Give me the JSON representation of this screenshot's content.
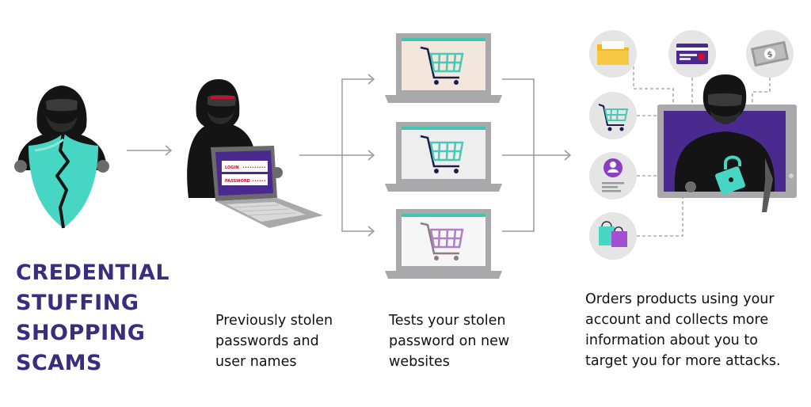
{
  "title": {
    "lines": [
      "CREDENTIAL",
      "STUFFING",
      "SHOPPING",
      "SCAMS"
    ]
  },
  "steps": [
    {
      "caption_lines": [
        "Previously stolen",
        "passwords and",
        "user names"
      ]
    },
    {
      "caption_lines": [
        "Tests your stolen",
        "password on new",
        "websites"
      ]
    },
    {
      "caption_lines": [
        "Orders products using your",
        "account and collects more",
        "information about you to",
        "target you for more attacks."
      ]
    }
  ],
  "laptop_screen": {
    "login_label": "LOGIN",
    "password_label": "PASSWORD"
  },
  "icons": [
    "hacker-icon",
    "broken-shield-icon",
    "laptop-icon",
    "shopping-cart-icon",
    "folder-icon",
    "credit-card-icon",
    "money-icon",
    "user-profile-icon",
    "shopping-bags-icon",
    "padlock-icon",
    "tablet-icon"
  ],
  "colors": {
    "title_purple": "#3b2d7e",
    "accent_teal": "#47d6c4",
    "screen_purple": "#4b2a90",
    "hacker_black": "#111111",
    "laptop_grey": "#a9a9ab",
    "circle_grey": "#e5e5e6",
    "cart_teal": "#49c9b5",
    "cart_purple": "#b07fc6",
    "login_red": "#c8102e"
  }
}
